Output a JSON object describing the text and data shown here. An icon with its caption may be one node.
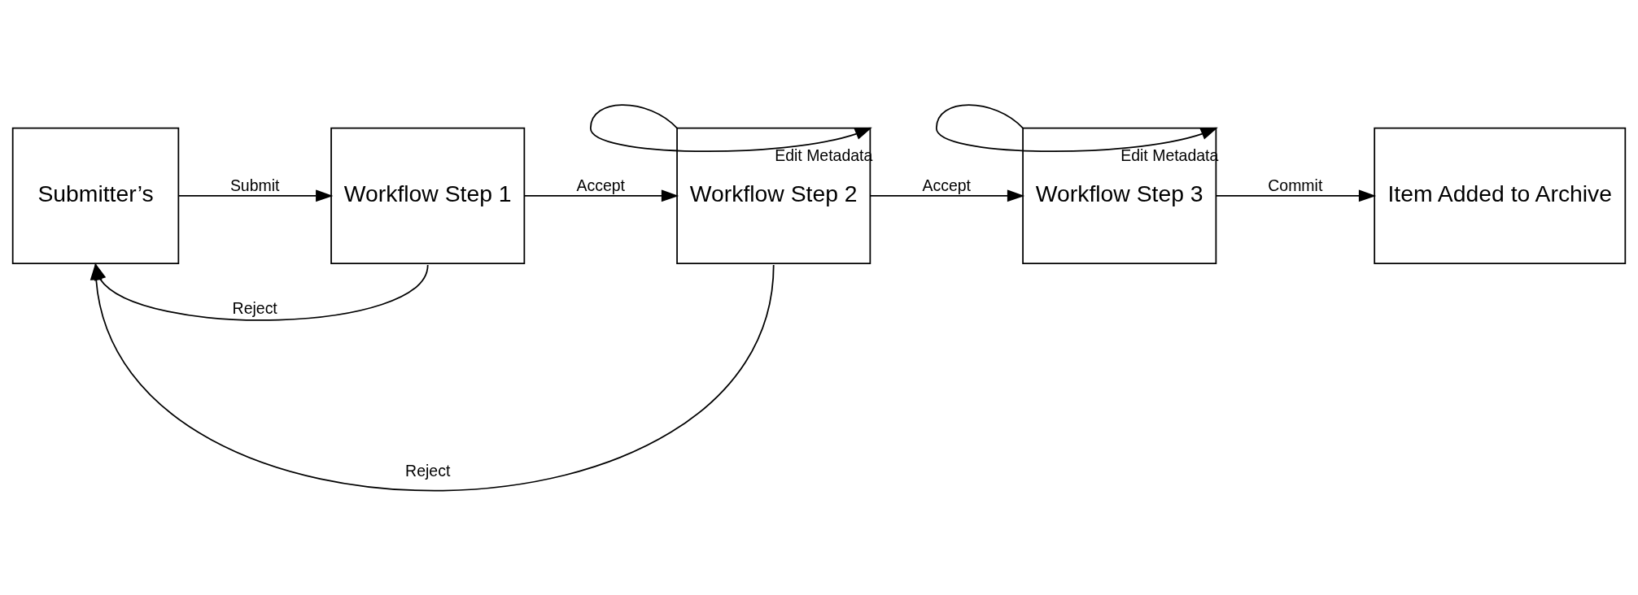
{
  "diagram": {
    "nodes": [
      {
        "text": [
          "Submitter’s"
        ]
      },
      {
        "text": [
          "Workflow Step 1"
        ]
      },
      {
        "text": [
          "Workflow Step 2"
        ]
      },
      {
        "text": [
          "Workflow Step 3"
        ]
      },
      {
        "text": [
          "Item Added to Archive"
        ]
      }
    ],
    "edges": [
      {
        "from": 0,
        "to": 1,
        "arrow": "to",
        "label": "Submit"
      },
      {
        "from": 1,
        "to": 2,
        "arrow": "to",
        "label": "Accept"
      },
      {
        "from": 2,
        "to": 3,
        "arrow": "to",
        "label": "Accept"
      },
      {
        "from": 3,
        "to": 4,
        "arrow": "to",
        "label": "Commit"
      },
      {
        "from": 2,
        "to": 2,
        "arrow": "to",
        "label": "Edit Metadata"
      },
      {
        "from": 3,
        "to": 3,
        "arrow": "to",
        "label": "Edit Metadata"
      },
      {
        "from": 1,
        "to": 0,
        "arrow": "to",
        "label": "Reject"
      },
      {
        "from": 2,
        "to": 0,
        "arrow": "to",
        "label": "Reject"
      }
    ]
  }
}
